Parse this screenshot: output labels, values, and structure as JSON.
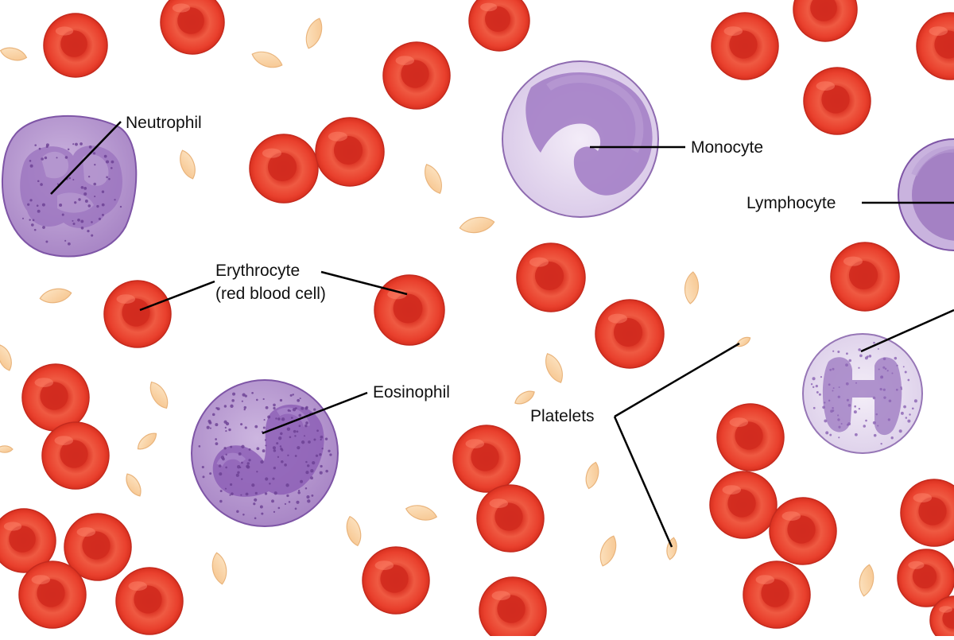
{
  "labels": {
    "neutrophil": "Neutrophil",
    "monocyte": "Monocyte",
    "lymphocyte": "Lymphocyte",
    "erythrocyte_line1": "Erythrocyte",
    "erythrocyte_line2": "(red blood cell)",
    "eosinophil": "Eosinophil",
    "platelets": "Platelets"
  },
  "colors": {
    "erythrocyte_fill": "#e8412f",
    "erythrocyte_center": "#d62e22",
    "erythrocyte_rim": "#c42a1e",
    "leukocyte_cytoplasm": "#b79ad0",
    "leukocyte_nucleus": "#8e5fb3",
    "leukocyte_outline": "#7e55a6",
    "granule": "#6a3f92",
    "platelet_fill": "#fbd7a8",
    "platelet_outline": "#e9b47c",
    "leader_line": "#000000"
  },
  "icons": {
    "erythrocyte": "erythrocyte-icon",
    "platelet": "platelet-icon",
    "neutrophil": "neutrophil-icon",
    "monocyte": "monocyte-icon",
    "lymphocyte": "lymphocyte-icon",
    "eosinophil": "eosinophil-icon",
    "basophil": "basophil-icon"
  }
}
